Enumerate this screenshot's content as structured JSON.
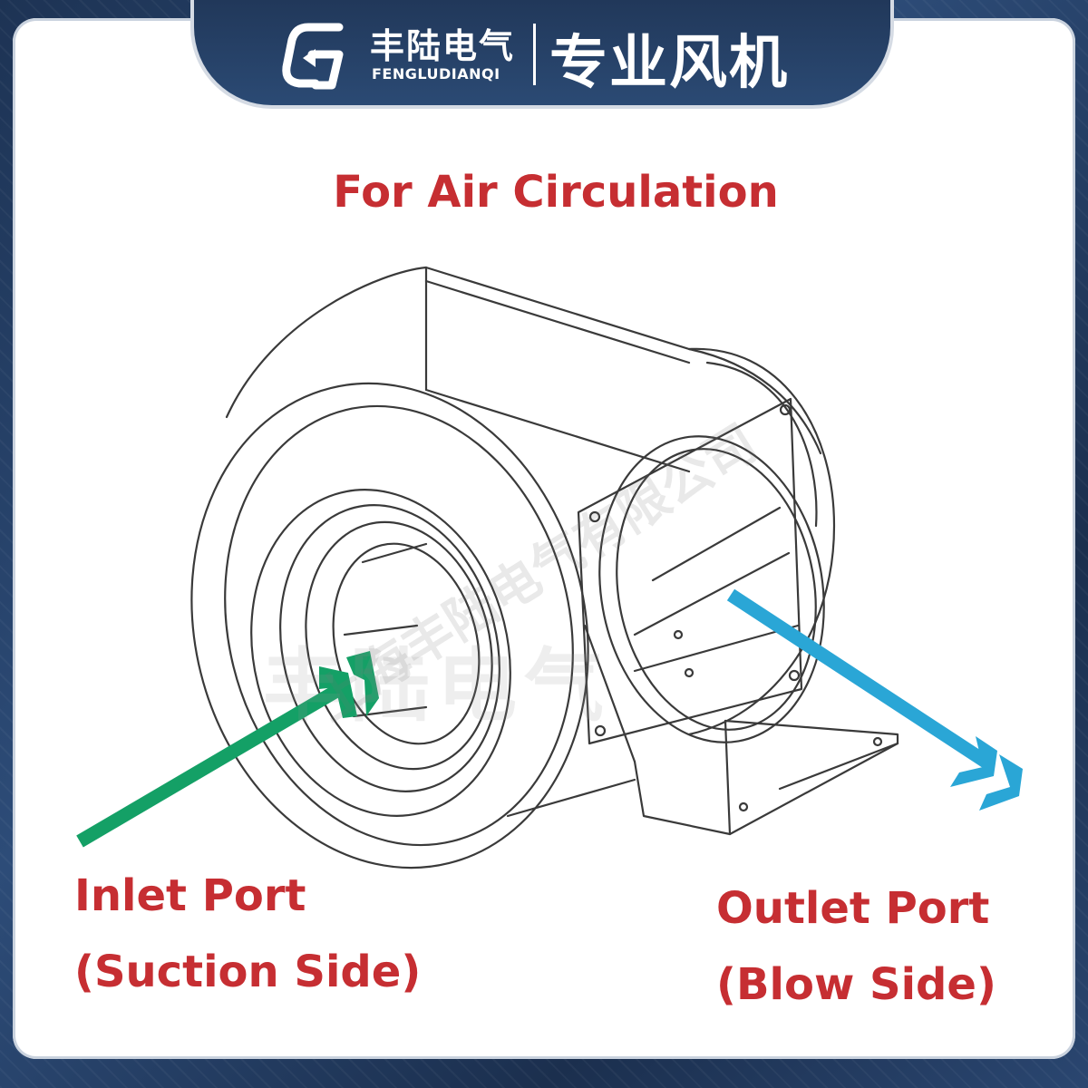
{
  "header": {
    "brand_cn": "丰陆电气",
    "brand_en": "FENGLUDIANQI",
    "slogan": "专业风机"
  },
  "title": "For Air Circulation",
  "labels": {
    "inlet_line1": "Inlet Port",
    "inlet_line2": "(Suction Side)",
    "outlet_line1": "Outlet Port",
    "outlet_line2": "(Blow Side)"
  },
  "watermark": {
    "brand": "丰陆电气",
    "company": "上海丰陆电气有限公司"
  },
  "colors": {
    "header_bg": "#21385a",
    "label_red": "#c62e32",
    "inlet_arrow": "#14a066",
    "outlet_arrow": "#2aa6d6"
  },
  "icons": {
    "logo": "fl-monogram-icon",
    "inlet_arrow": "green-inlet-arrow",
    "outlet_arrow": "blue-outlet-arrow"
  }
}
